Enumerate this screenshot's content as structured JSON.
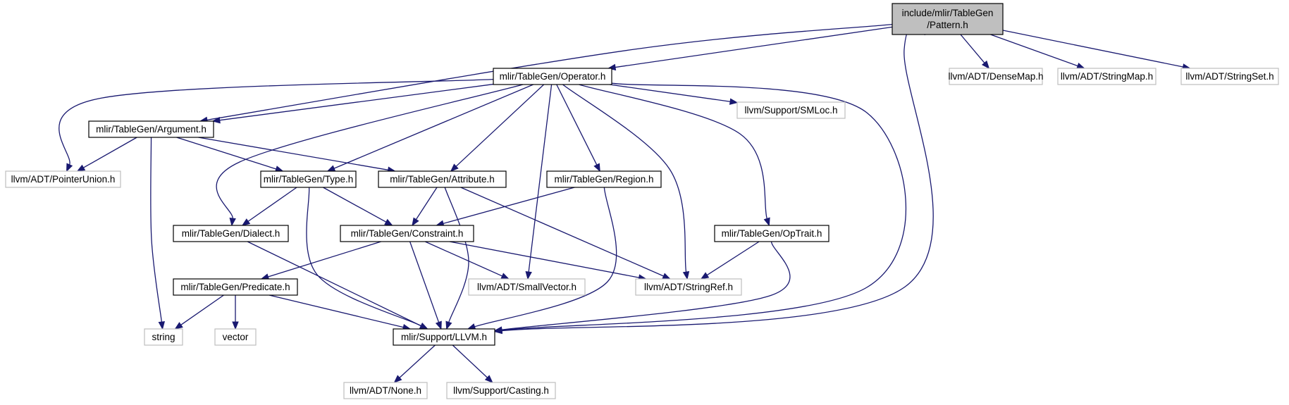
{
  "diagram": {
    "type": "include-dependency-graph",
    "colors": {
      "edge": "#191970",
      "root_fill": "#bfbfbf",
      "internal_border": "#000000",
      "external_border": "#bfbfbf",
      "external_text": "#808080"
    },
    "nodes": [
      {
        "id": "pattern",
        "lines": [
          "include/mlir/TableGen",
          "/Pattern.h"
        ],
        "kind": "root"
      },
      {
        "id": "operator",
        "lines": [
          "mlir/TableGen/Operator.h"
        ],
        "kind": "internal"
      },
      {
        "id": "densemap",
        "lines": [
          "llvm/ADT/DenseMap.h"
        ],
        "kind": "external"
      },
      {
        "id": "stringmap",
        "lines": [
          "llvm/ADT/StringMap.h"
        ],
        "kind": "external"
      },
      {
        "id": "stringset",
        "lines": [
          "llvm/ADT/StringSet.h"
        ],
        "kind": "external"
      },
      {
        "id": "argument",
        "lines": [
          "mlir/TableGen/Argument.h"
        ],
        "kind": "internal"
      },
      {
        "id": "smloc",
        "lines": [
          "llvm/Support/SMLoc.h"
        ],
        "kind": "external"
      },
      {
        "id": "pointerunion",
        "lines": [
          "llvm/ADT/PointerUnion.h"
        ],
        "kind": "external"
      },
      {
        "id": "type",
        "lines": [
          "mlir/TableGen/Type.h"
        ],
        "kind": "internal"
      },
      {
        "id": "attribute",
        "lines": [
          "mlir/TableGen/Attribute.h"
        ],
        "kind": "internal"
      },
      {
        "id": "region",
        "lines": [
          "mlir/TableGen/Region.h"
        ],
        "kind": "internal"
      },
      {
        "id": "dialect",
        "lines": [
          "mlir/TableGen/Dialect.h"
        ],
        "kind": "internal"
      },
      {
        "id": "constraint",
        "lines": [
          "mlir/TableGen/Constraint.h"
        ],
        "kind": "internal"
      },
      {
        "id": "optrait",
        "lines": [
          "mlir/TableGen/OpTrait.h"
        ],
        "kind": "internal"
      },
      {
        "id": "predicate",
        "lines": [
          "mlir/TableGen/Predicate.h"
        ],
        "kind": "internal"
      },
      {
        "id": "smallvector",
        "lines": [
          "llvm/ADT/SmallVector.h"
        ],
        "kind": "external"
      },
      {
        "id": "stringref",
        "lines": [
          "llvm/ADT/StringRef.h"
        ],
        "kind": "external"
      },
      {
        "id": "string",
        "lines": [
          "string"
        ],
        "kind": "external"
      },
      {
        "id": "vector",
        "lines": [
          "vector"
        ],
        "kind": "external"
      },
      {
        "id": "llvm",
        "lines": [
          "mlir/Support/LLVM.h"
        ],
        "kind": "internal"
      },
      {
        "id": "none",
        "lines": [
          "llvm/ADT/None.h"
        ],
        "kind": "external"
      },
      {
        "id": "casting",
        "lines": [
          "llvm/Support/Casting.h"
        ],
        "kind": "external"
      }
    ],
    "edges": [
      {
        "from": "pattern",
        "to": "operator"
      },
      {
        "from": "pattern",
        "to": "argument"
      },
      {
        "from": "pattern",
        "to": "llvm"
      },
      {
        "from": "pattern",
        "to": "densemap"
      },
      {
        "from": "pattern",
        "to": "stringmap"
      },
      {
        "from": "pattern",
        "to": "stringset"
      },
      {
        "from": "operator",
        "to": "argument"
      },
      {
        "from": "operator",
        "to": "pointerunion"
      },
      {
        "from": "operator",
        "to": "type"
      },
      {
        "from": "operator",
        "to": "attribute"
      },
      {
        "from": "operator",
        "to": "dialect"
      },
      {
        "from": "operator",
        "to": "smallvector"
      },
      {
        "from": "operator",
        "to": "region"
      },
      {
        "from": "operator",
        "to": "stringref"
      },
      {
        "from": "operator",
        "to": "optrait"
      },
      {
        "from": "operator",
        "to": "smloc"
      },
      {
        "from": "operator",
        "to": "llvm"
      },
      {
        "from": "argument",
        "to": "pointerunion"
      },
      {
        "from": "argument",
        "to": "type"
      },
      {
        "from": "argument",
        "to": "attribute"
      },
      {
        "from": "argument",
        "to": "string"
      },
      {
        "from": "type",
        "to": "dialect"
      },
      {
        "from": "type",
        "to": "constraint"
      },
      {
        "from": "type",
        "to": "llvm"
      },
      {
        "from": "attribute",
        "to": "constraint"
      },
      {
        "from": "attribute",
        "to": "stringref"
      },
      {
        "from": "attribute",
        "to": "llvm"
      },
      {
        "from": "region",
        "to": "constraint"
      },
      {
        "from": "region",
        "to": "llvm"
      },
      {
        "from": "dialect",
        "to": "llvm"
      },
      {
        "from": "constraint",
        "to": "predicate"
      },
      {
        "from": "constraint",
        "to": "llvm"
      },
      {
        "from": "constraint",
        "to": "smallvector"
      },
      {
        "from": "constraint",
        "to": "stringref"
      },
      {
        "from": "optrait",
        "to": "stringref"
      },
      {
        "from": "optrait",
        "to": "llvm"
      },
      {
        "from": "predicate",
        "to": "string"
      },
      {
        "from": "predicate",
        "to": "vector"
      },
      {
        "from": "predicate",
        "to": "llvm"
      },
      {
        "from": "llvm",
        "to": "none"
      },
      {
        "from": "llvm",
        "to": "casting"
      }
    ]
  }
}
